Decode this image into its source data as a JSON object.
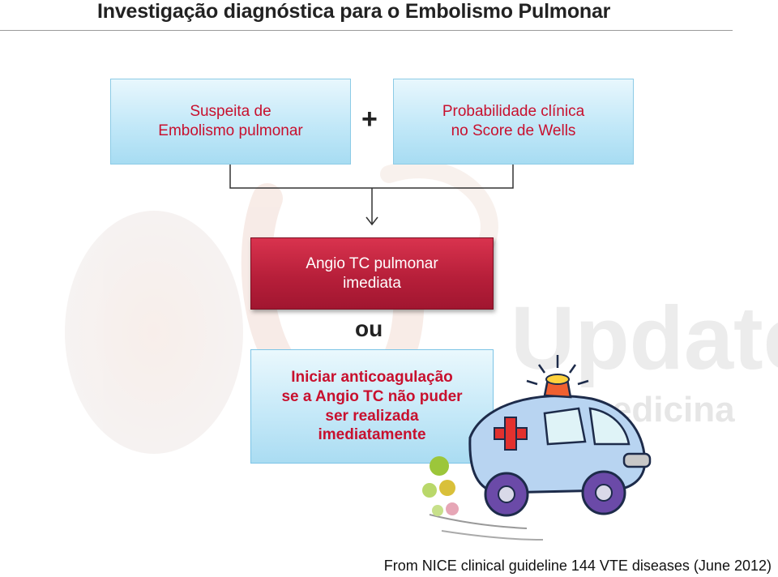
{
  "title": "Investigação diagnóstica para o Embolismo Pulmonar",
  "box_suspeita": {
    "line1": "Suspeita de",
    "line2": "Embolismo pulmonar"
  },
  "plus": "+",
  "box_probabilidade": {
    "line1": "Probabilidade clínica",
    "line2": "no Score de Wells"
  },
  "box_angio": {
    "line1": "Angio TC pulmonar",
    "line2": "imediata"
  },
  "ou": "ou",
  "box_anticoag": {
    "line1": "Iniciar anticoagulação",
    "line2": "se a Angio TC não puder",
    "line3": "ser realizada",
    "line4": "imediatamente"
  },
  "watermark_text": {
    "brand": "Update",
    "sub": "em medicina"
  },
  "source": "From NICE clinical guideline 144 VTE diseases (June 2012)",
  "colors": {
    "box_text_red": "#c8102e",
    "red_box_fill": "#b71f3a",
    "blue_box_fill": "#c2e8f8"
  },
  "icons": {
    "illustration": "ambulance-icon"
  }
}
